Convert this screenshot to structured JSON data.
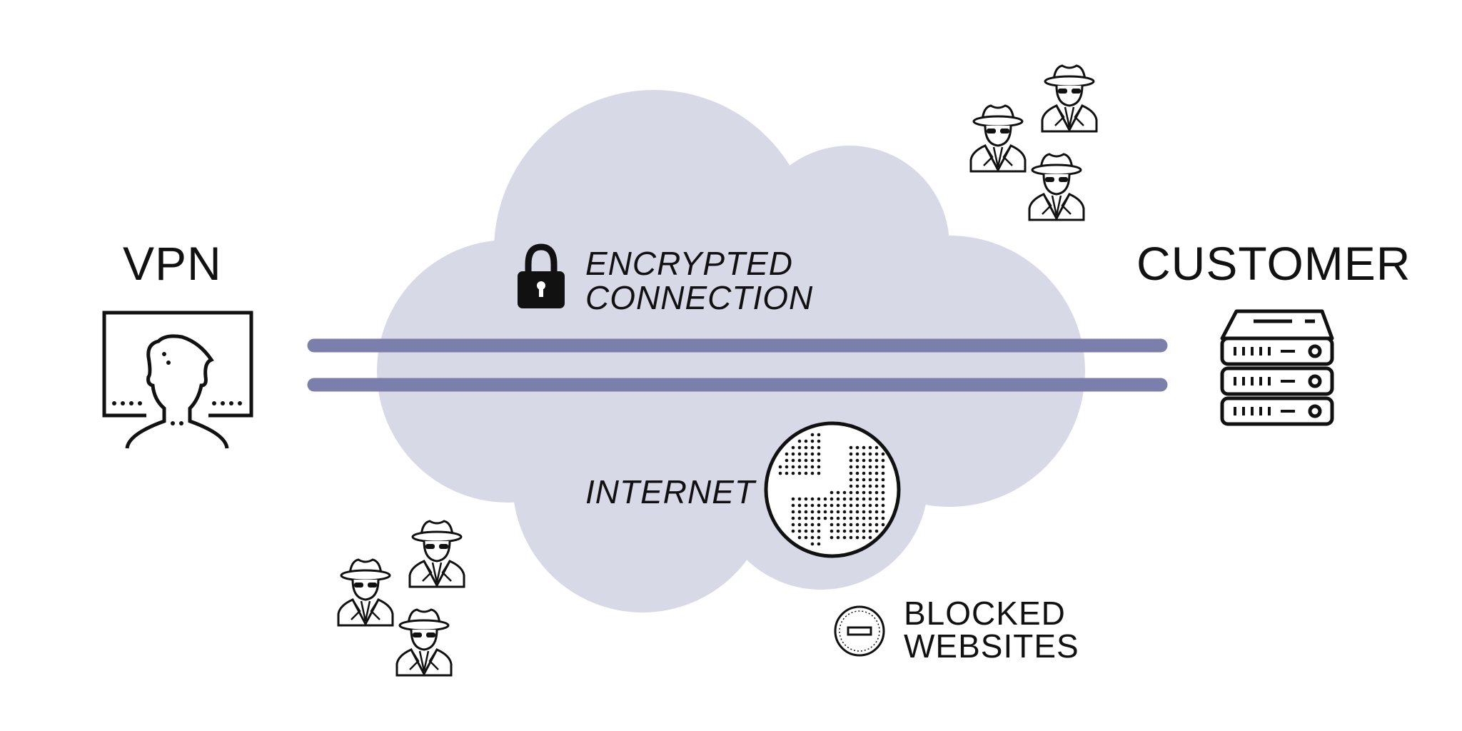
{
  "labels": {
    "vpn": "VPN",
    "customer": "CUSTOMER",
    "encrypted_line1": "ENCRYPTED",
    "encrypted_line2": "CONNECTION",
    "internet": "INTERNET",
    "blocked_line1": "BLOCKED",
    "blocked_line2": "WEBSITES"
  },
  "icons": [
    "monitor-user-icon",
    "server-icon",
    "lock-icon",
    "globe-icon",
    "blocked-icon",
    "spy-icon"
  ],
  "colors": {
    "cloud": "#d8d9e7",
    "tunnel": "#7b7fab",
    "ink": "#111111"
  }
}
